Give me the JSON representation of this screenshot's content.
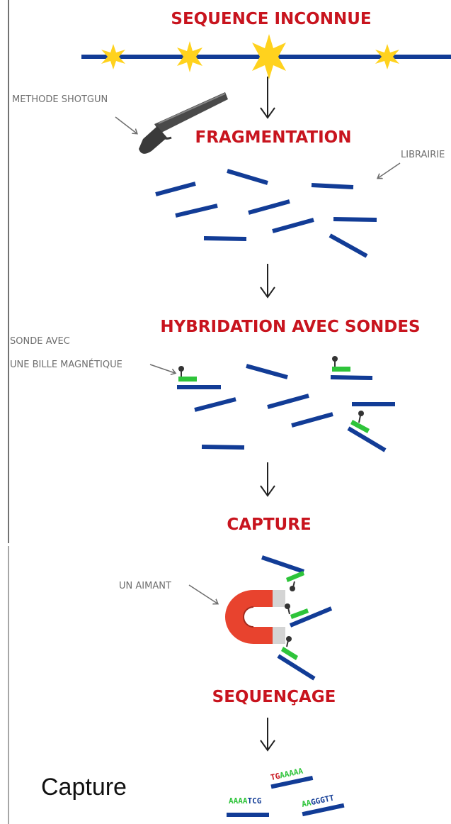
{
  "titles": {
    "sequence": "SEQUENCE INCONNUE",
    "fragmentation": "FRAGMENTATION",
    "hybridation": "HYBRIDATION AVEC SONDES",
    "capture": "CAPTURE",
    "sequencage": "SEQUENÇAGE"
  },
  "notes": {
    "shotgun": "METHODE SHOTGUN",
    "librairie": "LIBRAIRIE",
    "sonde_line1": "SONDE AVEC",
    "sonde_line2": "UNE BILLE MAGNÉTIQUE",
    "aimant": "UN AIMANT"
  },
  "caption": "Capture",
  "reads": [
    {
      "prefix": "TG",
      "rest": "AAAAA"
    },
    {
      "prefix": "AAAA",
      "rest": "TCG"
    },
    {
      "prefix": "AA",
      "rest": "GGGTT"
    }
  ],
  "colors": {
    "title": "#c8141e",
    "dna": "#123c96",
    "star": "#ffd21e",
    "probe": "#2ec43a",
    "annotation": "#6e6e6e",
    "magnet_red": "#e8432e",
    "magnet_grey": "#c9c9c9"
  }
}
